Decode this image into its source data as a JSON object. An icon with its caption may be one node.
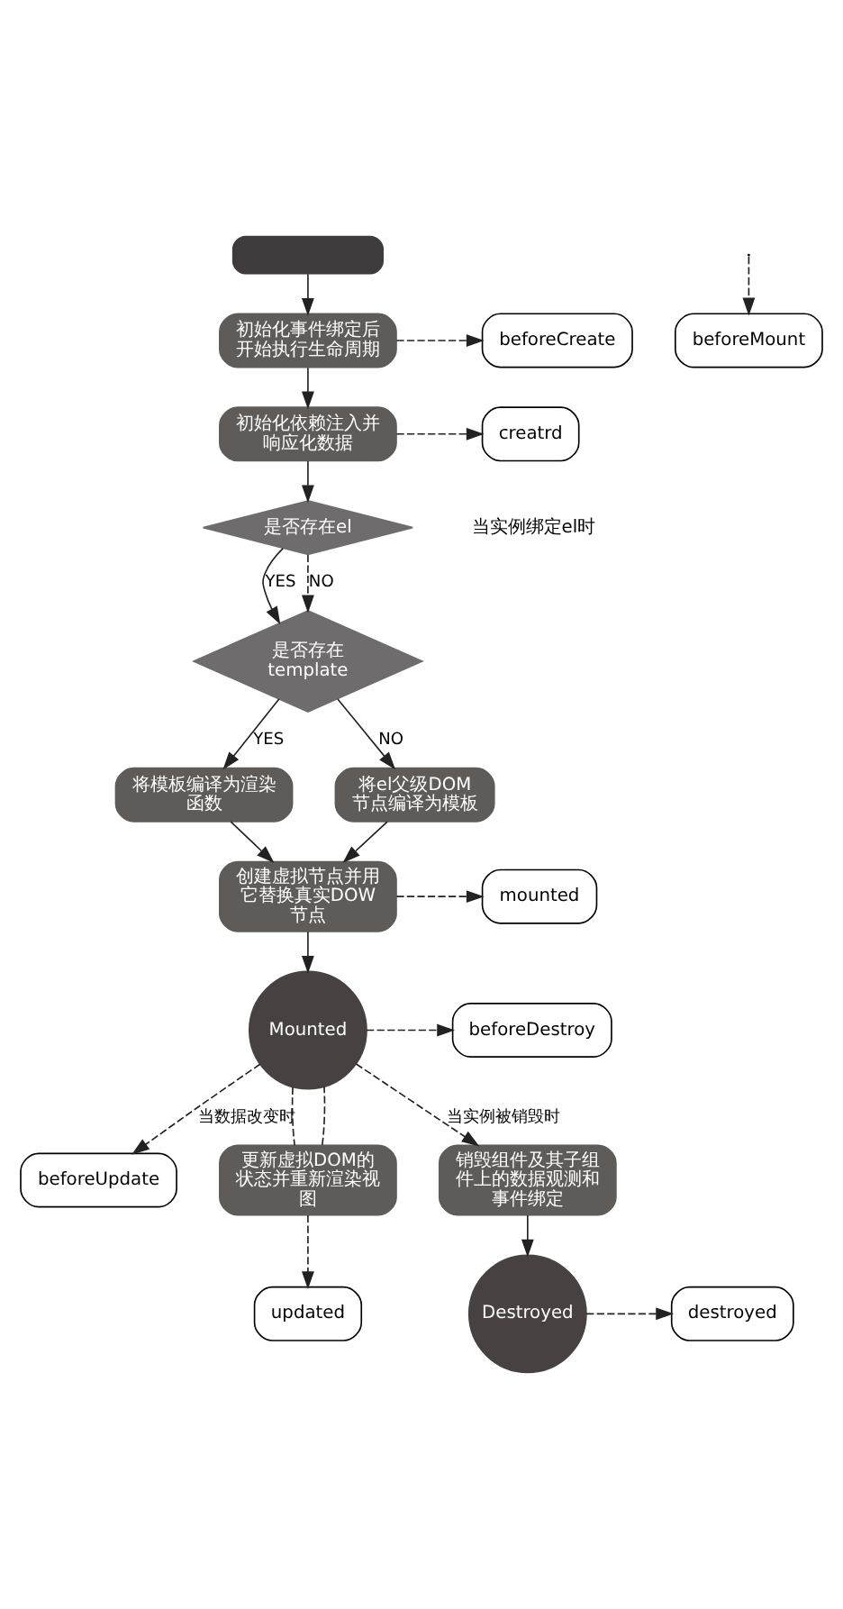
{
  "diagram": {
    "nodes": [
      {
        "text": [],
        "shape": "box"
      },
      {
        "text": [
          "初始化事件绑定后开始执行生命周期"
        ]
      },
      {
        "text": [
          "beforeCreate"
        ]
      },
      {
        "text": [
          "初始化依赖注入并响应化数据"
        ]
      },
      {
        "text": [
          "creatrd"
        ]
      },
      {
        "text": [
          "是否存在el"
        ]
      },
      {
        "text": [
          "是否存在template"
        ]
      },
      {
        "text": [
          "将模板编译为渲染函数"
        ]
      },
      {
        "text": [
          "将el父级DOM节点编译为模板"
        ]
      },
      {
        "text": [
          "beforeMount"
        ]
      },
      {
        "text": [
          "创建虚拟节点并用它替换真实DOW节点"
        ]
      },
      {
        "text": [
          "mounted"
        ]
      },
      {
        "text": [
          "Mounted"
        ]
      },
      {
        "text": [
          "beforeUpdate"
        ]
      },
      {
        "text": [
          "更新虚拟DOM的状态并重新渲染视图"
        ]
      },
      {
        "text": [
          "updated"
        ]
      },
      {
        "text": [
          "beforeDestroy"
        ]
      },
      {
        "text": [
          "销毁组件及其子组件上的数据观测和事件绑定"
        ]
      },
      {
        "text": [
          "destroyed"
        ]
      },
      {
        "text": [
          "Destroyed"
        ]
      }
    ],
    "edges": [
      {
        "from": 0,
        "to": 1,
        "arrow": "to"
      },
      {
        "from": 1,
        "to": 3,
        "arrow": "to"
      },
      {
        "from": 1,
        "to": 2,
        "arrow": "to",
        "style": "dashed"
      },
      {
        "from": 3,
        "to": 5,
        "arrow": "to"
      },
      {
        "from": 3,
        "to": 4,
        "arrow": "to",
        "style": "dashed"
      },
      {
        "from": 5,
        "to": 6,
        "arrow": "to",
        "label": "YES"
      },
      {
        "from": 5,
        "to": 6,
        "arrow": "to",
        "label": "NO",
        "style": "dashed"
      },
      {
        "from": 6,
        "to": 7,
        "arrow": "to",
        "label": "YES"
      },
      {
        "from": 6,
        "to": 8,
        "arrow": "to",
        "label": "NO"
      },
      {
        "from": 7,
        "to": 10,
        "arrow": "to"
      },
      {
        "from": 8,
        "to": 10,
        "arrow": "to"
      },
      {
        "from": null,
        "to": 9,
        "arrow": "to",
        "style": "dashed"
      },
      {
        "from": 10,
        "to": 12,
        "arrow": "to"
      },
      {
        "from": 10,
        "to": 11,
        "arrow": "to",
        "style": "dashed"
      },
      {
        "from": 12,
        "to": 13,
        "arrow": "to",
        "label": "当数据改变时",
        "style": "dashed"
      },
      {
        "from": 12,
        "to": 14,
        "arrow": "none",
        "style": "dashed"
      },
      {
        "from": 14,
        "to": 12,
        "arrow": "none",
        "style": "dashed"
      },
      {
        "from": 14,
        "to": 15,
        "arrow": "to",
        "style": "dashed"
      },
      {
        "from": 12,
        "to": 17,
        "arrow": "to",
        "label": "当实例被销毁时",
        "style": "dashed"
      },
      {
        "from": 12,
        "to": 16,
        "arrow": "to",
        "style": "dashed"
      },
      {
        "from": 17,
        "to": 19,
        "arrow": "to"
      },
      {
        "from": 19,
        "to": 18,
        "arrow": "to",
        "style": "dashed"
      }
    ],
    "labels": [
      "当实例绑定el时"
    ]
  }
}
